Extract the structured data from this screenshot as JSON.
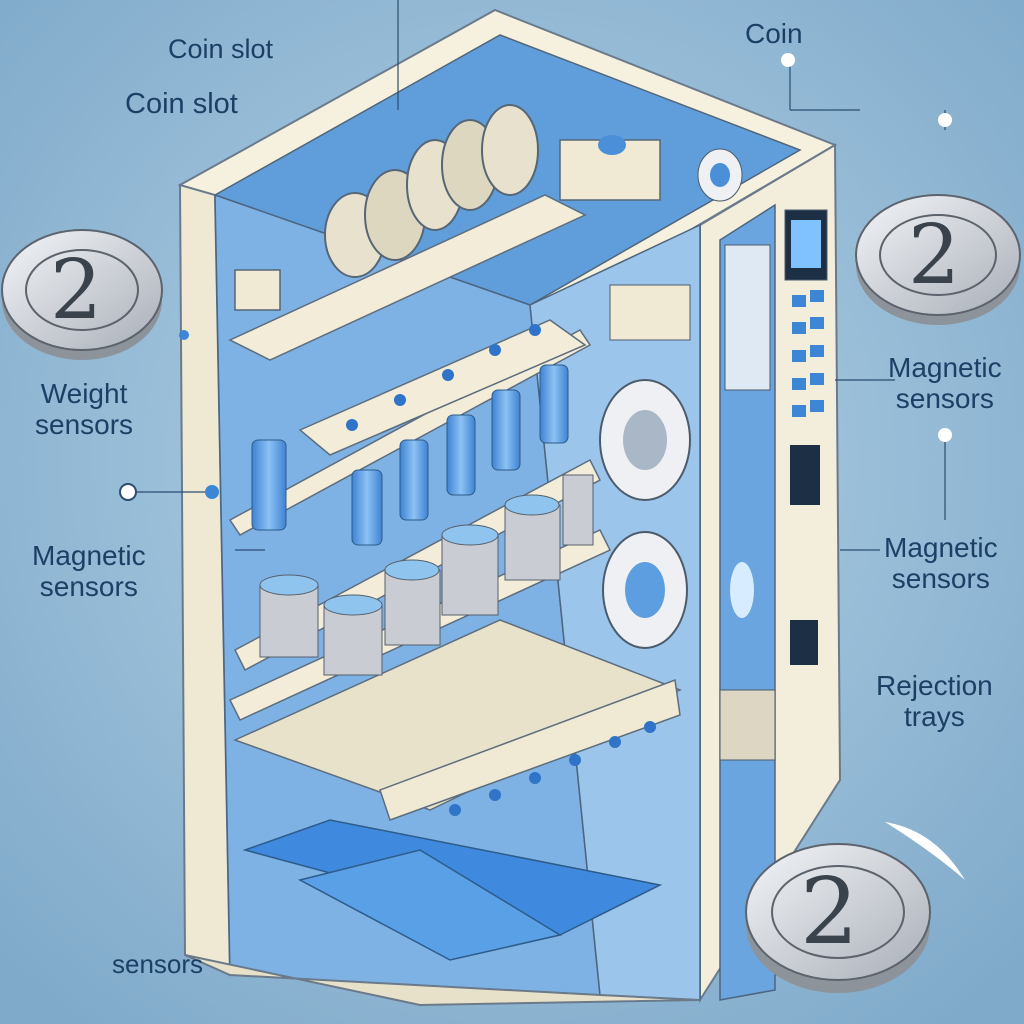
{
  "colors": {
    "background": "#8fb7d4",
    "cabinet": "#f4efdc",
    "accent_blue": "#4a8fd8",
    "label_text": "#1d3f66",
    "coin": "#d8dbe0"
  },
  "labels": {
    "coin_slot_top": "Coin slot",
    "coin_slot_second": "Coin slot",
    "coin": "Coin",
    "weight_sensors": [
      "Weight",
      "sensors"
    ],
    "magnetic_sensors_left": [
      "Magnetic",
      "sensors"
    ],
    "magnetic_sensors_right_top": [
      "Magnetic",
      "sensors"
    ],
    "magnetic_sensors_right_bottom": [
      "Magnetic",
      "sensors"
    ],
    "rejection_trays": [
      "Rejection",
      "trays"
    ],
    "sensors_bottom": "sensors"
  },
  "coins": {
    "left_coin_value": "2",
    "right_coin_value": "2",
    "bottom_coin_value": "2"
  }
}
